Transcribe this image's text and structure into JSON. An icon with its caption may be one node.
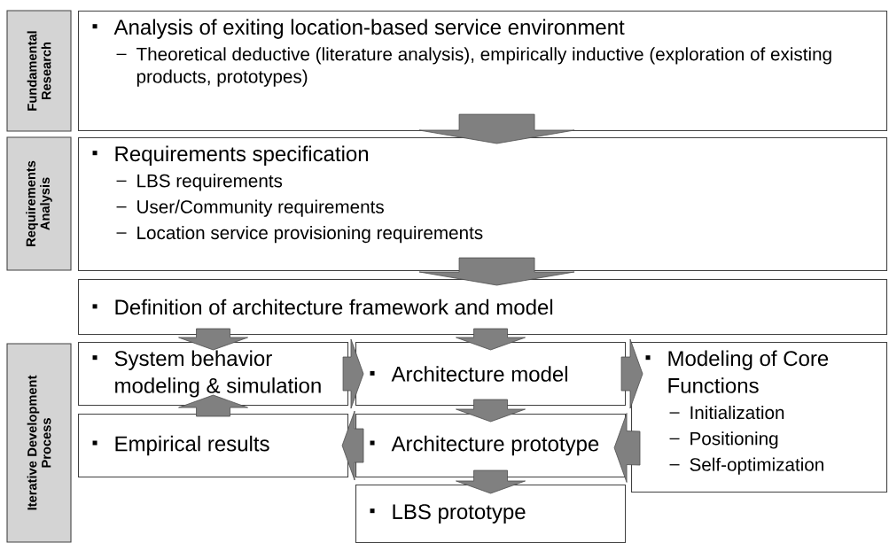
{
  "diagram": {
    "nodes": [
      {
        "text": [
          "Fundamental Research"
        ]
      },
      {
        "text": [
          "Requirements Analysis"
        ]
      },
      {
        "text": [
          "Iterative Development Process"
        ]
      },
      {
        "text": [
          "Analysis of exiting location-based service environment",
          "Theoretical deductive (literature analysis), empirically inductive (exploration of existing products, prototypes)"
        ]
      },
      {
        "text": [
          "Requirements specification",
          "LBS requirements",
          "User/Community requirements",
          "Location service provisioning requirements"
        ]
      },
      {
        "text": [
          "Definition of architecture framework and model"
        ]
      },
      {
        "text": [
          "System behavior modeling & simulation"
        ]
      },
      {
        "text": [
          "Architecture model"
        ]
      },
      {
        "text": [
          "Modeling of Core Functions",
          "Initialization",
          "Positioning",
          "Self-optimization"
        ]
      },
      {
        "text": [
          "Empirical results"
        ]
      },
      {
        "text": [
          "Architecture prototype"
        ]
      },
      {
        "text": [
          "LBS prototype"
        ]
      }
    ],
    "edges": [
      {
        "from": 3,
        "to": 4,
        "arrow": "to",
        "style": "thick"
      },
      {
        "from": 4,
        "to": 5,
        "arrow": "to",
        "style": "thick"
      },
      {
        "from": 5,
        "to": 6,
        "arrow": "to"
      },
      {
        "from": 5,
        "to": 7,
        "arrow": "to"
      },
      {
        "from": 6,
        "to": 7,
        "arrow": "to"
      },
      {
        "from": 7,
        "to": 8,
        "arrow": "to"
      },
      {
        "from": 7,
        "to": 10,
        "arrow": "to"
      },
      {
        "from": 8,
        "to": 10,
        "arrow": "to"
      },
      {
        "from": 10,
        "to": 9,
        "arrow": "to"
      },
      {
        "from": 9,
        "to": 6,
        "arrow": "to"
      },
      {
        "from": 10,
        "to": 11,
        "arrow": "to"
      }
    ]
  }
}
